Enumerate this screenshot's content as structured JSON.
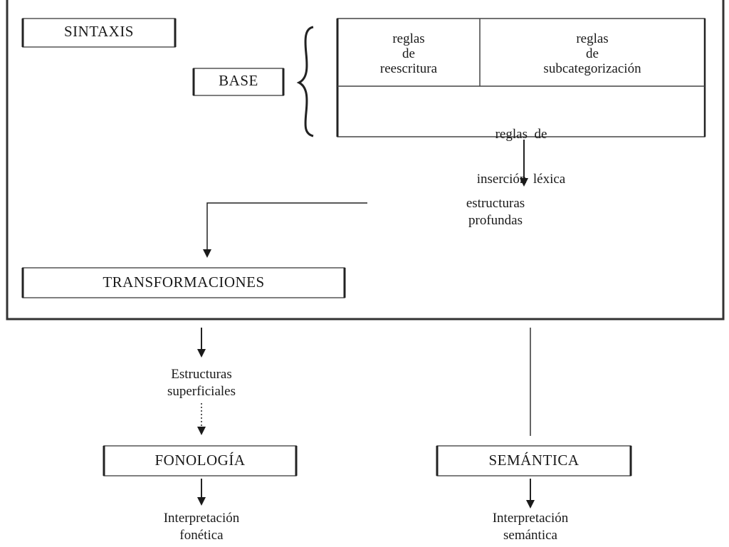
{
  "syntax_box": "SINTAXIS",
  "base_box": "BASE",
  "rules": {
    "rewrite": [
      "reglas",
      "de",
      "reescritura"
    ],
    "subcat": [
      "reglas",
      "de",
      "subcategorización"
    ],
    "lexical": [
      "reglas  de",
      "inserción  léxica"
    ]
  },
  "deep_structures": [
    "estructuras",
    "profundas"
  ],
  "transformations_box": "TRANSFORMACIONES",
  "surface_structures": [
    "Estructuras",
    "superficiales"
  ],
  "phonology_box": "FONOLOGÍA",
  "semantics_box": "SEMÁNTICA",
  "phonetic_interpretation": [
    "Interpretación",
    "fonética"
  ],
  "semantic_interpretation": [
    "Interpretación",
    "semántica"
  ],
  "colors": {
    "ink": "#1a1a1a",
    "line": "#333333"
  }
}
